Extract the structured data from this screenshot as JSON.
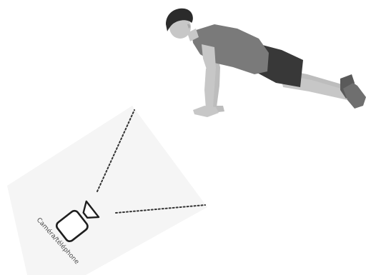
{
  "camera": {
    "label": "Caméra/téléphone",
    "icon": "video-camera-icon"
  },
  "person": {
    "pose": "push-up plank",
    "icon": "person-pushup-illustration"
  },
  "colors": {
    "background": "#ffffff",
    "zone_shade": "#f5f5f5",
    "dotted_line": "#333333",
    "skin": "#c7c7c7",
    "hair": "#2b2b2b",
    "shirt": "#7a7a7a",
    "shorts": "#383838",
    "shoe": "#6f6f6f",
    "camera_stroke": "#1e1e1e"
  }
}
